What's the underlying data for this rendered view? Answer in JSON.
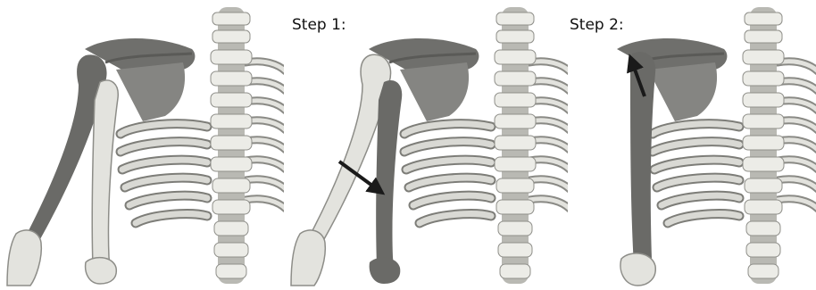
{
  "figure": {
    "panels": [
      {
        "id": "initial",
        "label": ""
      },
      {
        "id": "step1",
        "label": "Step 1:"
      },
      {
        "id": "step2",
        "label": "Step 2:"
      }
    ]
  },
  "colors": {
    "bone_light": "#e6e6e1",
    "bone_mid": "#cfcfc9",
    "bone_shadow": "#9c9c96",
    "highlight_bone": "#6a6a67",
    "scapula": "#7f7f7c",
    "arrow": "#1a1a1a",
    "outline": "#555553"
  }
}
